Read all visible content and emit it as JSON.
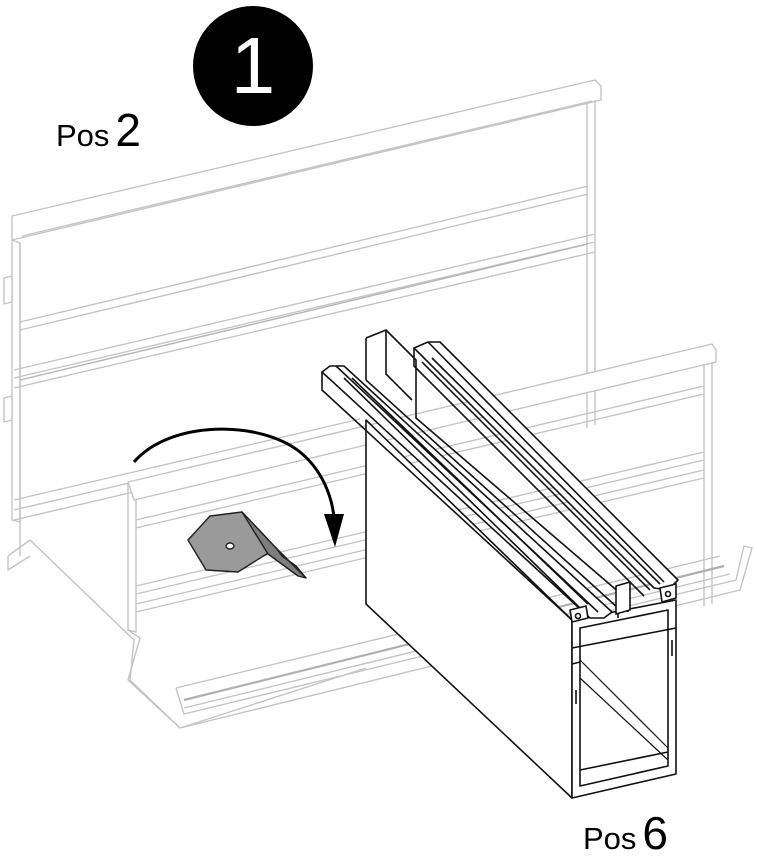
{
  "step": {
    "number": "1"
  },
  "labels": {
    "top": {
      "word": "Pos",
      "number": "2"
    },
    "bottom": {
      "word": "Pos",
      "number": "6"
    }
  },
  "colors": {
    "line_dark": "#111111",
    "line_light": "#c8c8c8",
    "bracket_fill": "#9a9a9a",
    "badge": "#000000"
  },
  "icons": [
    "rotate-arrow-icon"
  ]
}
